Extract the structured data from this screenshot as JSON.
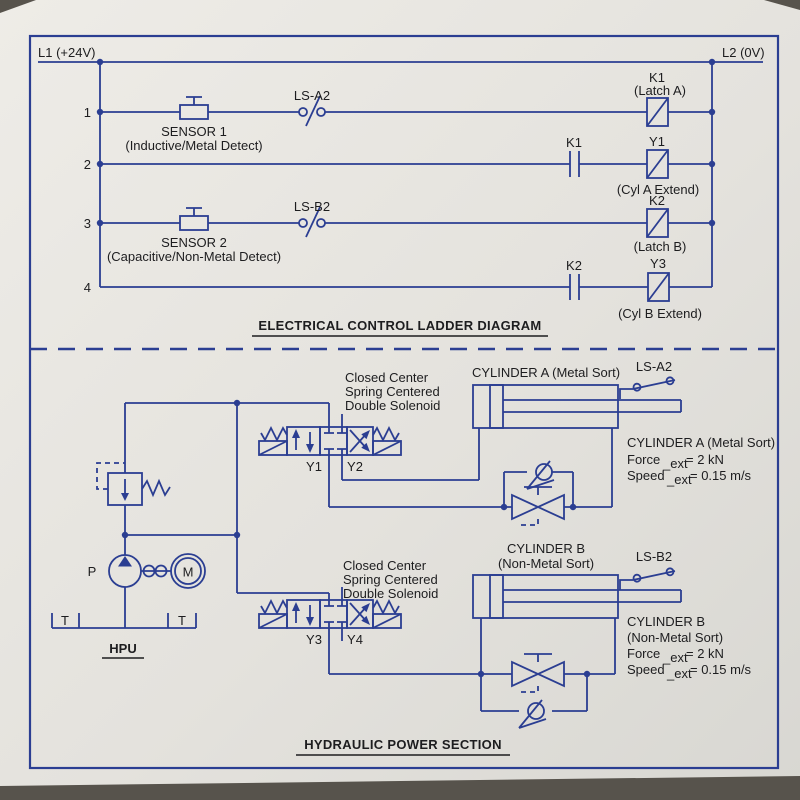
{
  "colors": {
    "ink": "#2b3e92",
    "text": "#1d1d1f",
    "paper_light": "#eeece7",
    "paper_dark": "#d8d7d2",
    "desk": "#57534c"
  },
  "ladder": {
    "title": "ELECTRICAL CONTROL LADDER DIAGRAM",
    "left_rail_label": "L1 (+24V)",
    "right_rail_label": "L2 (0V)",
    "rungs": [
      "1",
      "2",
      "3",
      "4"
    ],
    "sensor1": {
      "name": "SENSOR 1",
      "desc": "(Inductive/Metal Detect)"
    },
    "sensor2": {
      "name": "SENSOR 2",
      "desc": "(Capacitive/Non-Metal Detect)"
    },
    "ls_a2": "LS-A2",
    "ls_b2": "LS-B2",
    "k1_coil": {
      "label": "K1",
      "desc": "(Latch A)"
    },
    "k1_contact": "K1",
    "y1_coil": {
      "label": "Y1",
      "desc": "(Cyl A Extend)"
    },
    "k2_coil": {
      "label": "K2",
      "desc": "(Latch B)"
    },
    "k2_contact": "K2",
    "y3_coil": {
      "label": "Y3",
      "desc": "(Cyl B Extend)"
    }
  },
  "hydraulic": {
    "title": "HYDRAULIC POWER SECTION",
    "valve_a": {
      "note": [
        "Closed Center",
        "Spring Centered",
        "Double Solenoid"
      ],
      "sol_left": "Y1",
      "sol_right": "Y2"
    },
    "valve_b": {
      "note": [
        "Closed Center",
        "Spring Centered",
        "Double Solenoid"
      ],
      "sol_left": "Y3",
      "sol_right": "Y4"
    },
    "hpu": {
      "pump": "P",
      "motor": "M",
      "tank_left": "T",
      "tank_right": "T",
      "label": "HPU"
    },
    "cylinder_a": {
      "caption": "CYLINDER A (Metal Sort)",
      "limit_switch": "LS-A2",
      "info": {
        "line1": "CYLINDER A (Metal Sort)",
        "force_label": "Force",
        "force_sub": "_ext",
        "force_value": "= 2 kN",
        "speed_label": "Speed",
        "speed_sub": "_ext",
        "speed_value": "= 0.15 m/s"
      }
    },
    "cylinder_b": {
      "caption_line1": "CYLINDER B",
      "caption_line2": "(Non-Metal Sort)",
      "limit_switch": "LS-B2",
      "info": {
        "line1": "CYLINDER B",
        "line2": "(Non-Metal Sort)",
        "force_label": "Force",
        "force_sub": "_ext",
        "force_value": "= 2 kN",
        "speed_label": "Speed",
        "speed_sub": "_ext",
        "speed_value": "= 0.15 m/s"
      }
    }
  }
}
